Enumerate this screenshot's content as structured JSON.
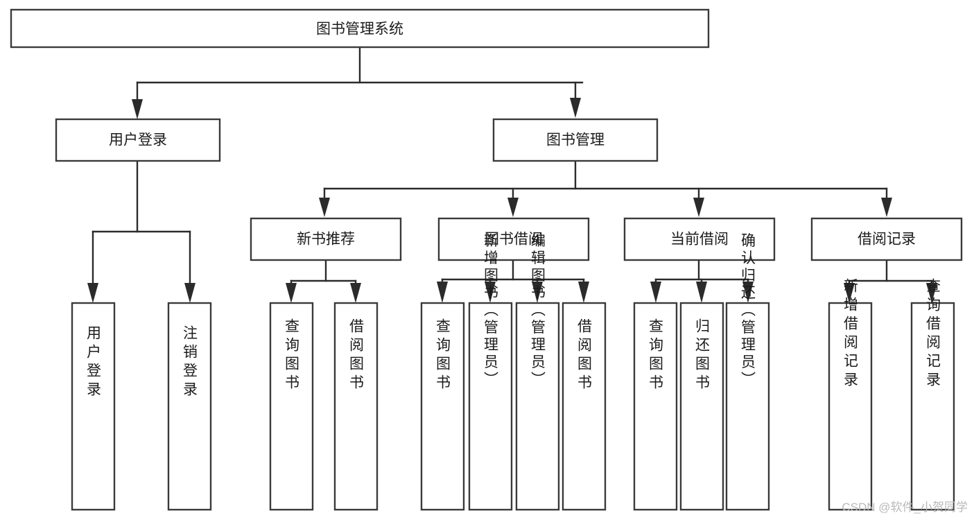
{
  "diagram": {
    "type": "tree-hierarchy-chart",
    "title": "图书管理系统",
    "orientation": "top-down",
    "colors": {
      "box_fill": "#ffffff",
      "box_stroke": "#3a3a3a",
      "connector": "#2b2b2b",
      "text": "#1b1b1b",
      "watermark": "#b9b9b9",
      "background": "#ffffff"
    },
    "levels": {
      "root": "图书管理系统",
      "level1": [
        "用户登录",
        "图书管理"
      ],
      "level2": [
        "新书推荐",
        "图书借阅",
        "当前借阅",
        "借阅记录"
      ],
      "level3": [
        "用户登录",
        "注销登录",
        "查询图书",
        "借阅图书",
        "查询图书",
        "新增图书（管理员）",
        "编辑图书（管理员）",
        "借阅图书",
        "查询图书",
        "归还图书",
        "确认归还（管理员）",
        "新增借阅记录",
        "查询借阅记录"
      ]
    },
    "nodes": {
      "root": {
        "label": "图书管理系统"
      },
      "user_login": {
        "label": "用户登录"
      },
      "book_mgmt": {
        "label": "图书管理"
      },
      "new_book_rec": {
        "label": "新书推荐"
      },
      "book_borrow": {
        "label": "图书借阅"
      },
      "current_borrow": {
        "label": "当前借阅"
      },
      "borrow_record": {
        "label": "借阅记录"
      },
      "leaf_user_login": {
        "label": "用户登录"
      },
      "leaf_logout": {
        "label": "注销登录"
      },
      "leaf_query_book_1": {
        "label": "查询图书"
      },
      "leaf_borrow_book_1": {
        "label": "借阅图书"
      },
      "leaf_query_book_2": {
        "label": "查询图书"
      },
      "leaf_add_book": {
        "label": "新增图书（管理员）"
      },
      "leaf_edit_book": {
        "label": "编辑图书（管理员）"
      },
      "leaf_borrow_book_2": {
        "label": "借阅图书"
      },
      "leaf_query_book_3": {
        "label": "查询图书"
      },
      "leaf_return_book": {
        "label": "归还图书"
      },
      "leaf_confirm_return": {
        "label": "确认归还（管理员）"
      },
      "leaf_add_record": {
        "label": "新增借阅记录"
      },
      "leaf_query_record": {
        "label": "查询借阅记录"
      }
    },
    "edges": [
      {
        "from": "图书管理系统",
        "to": "用户登录"
      },
      {
        "from": "图书管理系统",
        "to": "图书管理"
      },
      {
        "from": "用户登录",
        "to": "用户登录"
      },
      {
        "from": "用户登录",
        "to": "注销登录"
      },
      {
        "from": "图书管理",
        "to": "新书推荐"
      },
      {
        "from": "图书管理",
        "to": "图书借阅"
      },
      {
        "from": "图书管理",
        "to": "当前借阅"
      },
      {
        "from": "图书管理",
        "to": "借阅记录"
      },
      {
        "from": "新书推荐",
        "to": "查询图书"
      },
      {
        "from": "新书推荐",
        "to": "借阅图书"
      },
      {
        "from": "图书借阅",
        "to": "查询图书"
      },
      {
        "from": "图书借阅",
        "to": "新增图书（管理员）"
      },
      {
        "from": "图书借阅",
        "to": "编辑图书（管理员）"
      },
      {
        "from": "图书借阅",
        "to": "借阅图书"
      },
      {
        "from": "当前借阅",
        "to": "查询图书"
      },
      {
        "from": "当前借阅",
        "to": "归还图书"
      },
      {
        "from": "当前借阅",
        "to": "确认归还（管理员）"
      },
      {
        "from": "借阅记录",
        "to": "新增借阅记录"
      },
      {
        "from": "借阅记录",
        "to": "查询借阅记录"
      }
    ]
  },
  "watermark": {
    "text": "CSDN @软件_小贺同学"
  }
}
